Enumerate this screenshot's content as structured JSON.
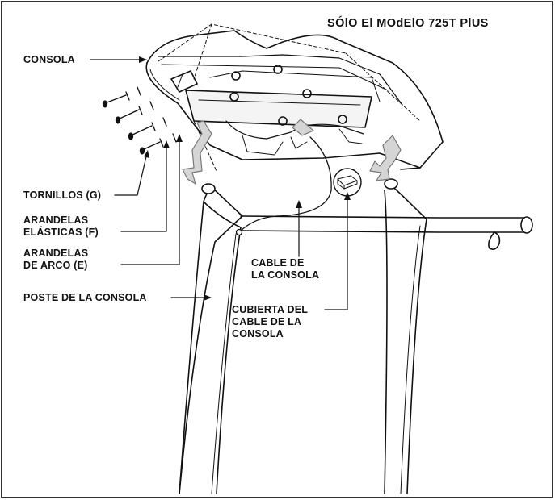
{
  "title": "SÓlO El MOdElO 725T PlUS",
  "labels": {
    "consola": "CONSOLA",
    "tornillos": "TORNILLOS (G)",
    "arandelas_elasticas": "ARANDELAS\nELÁSTICAS (F)",
    "arandelas_arco": "ARANDELAS\nDE ARCO (E)",
    "poste": "POSTE DE LA CONSOLA",
    "cable": "CABLE DE\nLA CONSOLA",
    "cubierta": "CUBIERTA DEL\nCABLE DE LA\nCONSOLA"
  }
}
